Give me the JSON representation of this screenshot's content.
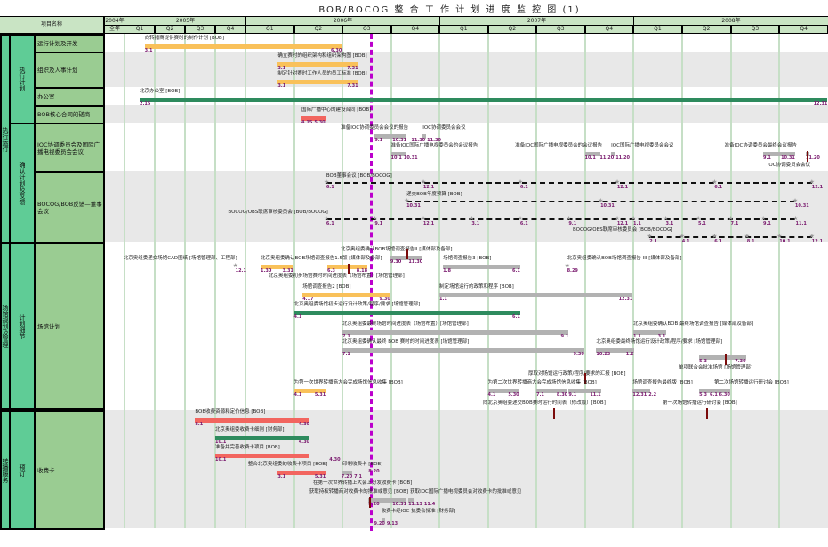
{
  "title": "BOB/BOCOG 整 合 工 作 计 划 进 度 监 控 图 (1)",
  "header": {
    "project_col": "项目名称",
    "years": [
      "2004年",
      "2005年",
      "2006年",
      "2007年",
      "2008年"
    ],
    "full_year": "全年",
    "quarters": [
      "Q1",
      "Q2",
      "Q3",
      "Q4"
    ]
  },
  "colors": {
    "orange": "#f9c15a",
    "green": "#2e8b5e",
    "red": "#f2655f",
    "gray": "#b2b2b2",
    "date": "#7a1a6e",
    "today": "#bb00cc"
  },
  "today_marker": "2006-08-25",
  "groups": [
    {
      "label": "执行运行"
    },
    {
      "label": "场馆规划及管理"
    },
    {
      "label": "转播服务"
    }
  ],
  "subgroups": [
    {
      "label": "执行计划"
    },
    {
      "label": "确认计划及反馈"
    },
    {
      "label": "计划细节"
    },
    {
      "label": "预订"
    }
  ],
  "rows": [
    {
      "label": "运行计划及开发"
    },
    {
      "label": "组织及人事计划"
    },
    {
      "label": "办公室"
    },
    {
      "label": "BOB核心合同的磋商"
    },
    {
      "label": "IOC协调委员会及国际广播电视委员会会议"
    },
    {
      "label": "BOCOG/BOB反馈—董事会议"
    },
    {
      "label": "场馆计划"
    },
    {
      "label": "收费卡"
    }
  ],
  "chart_data": {
    "type": "gantt",
    "title": "BOB/BOCOG 整 合 工 作 计 划 进 度 监 控 图 (1)",
    "x_range": [
      "2004-01-01",
      "2008-12-31"
    ],
    "tasks": [
      {
        "label": "向转播商提供赛时的制作计划 [BOB]",
        "start": "2005-03-01",
        "end": "2006-06-30",
        "color": "orange",
        "start_text": "3.1",
        "end_text": "6.30"
      },
      {
        "label": "确立赛时的组织架构和组织架构图 [BOB]",
        "start": "2006-03-01",
        "end": "2006-07-31",
        "color": "orange",
        "start_text": "3.1",
        "end_text": "7.31"
      },
      {
        "label": "制定针对赛时工作人员的员工标准 [BOB]",
        "start": "2006-03-01",
        "end": "2006-07-31",
        "color": "orange",
        "start_text": "3.1",
        "end_text": "7.31"
      },
      {
        "label": "北京办公室 [BOB]",
        "start": "2005-02-15",
        "end": "2008-12-31",
        "color": "green",
        "start_text": "2.15",
        "end_text": "12.31"
      },
      {
        "label": "国际广播中心的建设合同 [BOB]",
        "start": "2006-04-15",
        "end": "2006-05-30",
        "color": "red",
        "start_text": "4.15",
        "end_text": "5.30"
      },
      {
        "label": "准备IOC协调委员会会议的报告",
        "start": "2006-09-01",
        "end": "2006-10-31",
        "color": "gray",
        "start_text": "9.1",
        "end_text": "10.31"
      },
      {
        "label": "IOC协调委员会会议",
        "start": "2006-11-30",
        "end": "2006-12-05",
        "color": "gray",
        "start_text": "11.30",
        "end_text": "11.30"
      },
      {
        "label": "准备IOC国际广播电视委员会的会议报告",
        "start": "2006-10-01",
        "end": "2006-10-31",
        "color": "gray",
        "start_text": "10.1",
        "end_text": "10.31"
      },
      {
        "label": "准备IOC国际广播电视委员会的会议报告",
        "start": "2007-10-01",
        "end": "2007-10-31",
        "color": "gray",
        "start_text": "10.1",
        "end_text": ""
      },
      {
        "label": "IOC国际广播电视委员会会议",
        "start": "2007-11-20",
        "end": "2007-11-25",
        "color": "gray",
        "start_text": "11.20",
        "end_text": "11.20"
      },
      {
        "label": "准备IOC协调委员会最终会议报告",
        "start": "2008-09-01",
        "end": "2008-10-31",
        "color": "gray",
        "start_text": "9.1",
        "end_text": "10.31"
      },
      {
        "label": "IOC协调委员会会议",
        "start": "2008-11-20",
        "end": "2008-11-25",
        "color": "gray",
        "start_text": "11.20",
        "end_text": "",
        "arrow": "down"
      },
      {
        "label": "北京奥组委递交场馆CAD图纸 [场馆管理部、工程部]",
        "start": "2005-12-01",
        "milestone": true,
        "start_text": "12.1"
      },
      {
        "label": "北京奥组委确认BOB场馆调查报告1.5版 [媒体部及备部]",
        "start": "2006-01-30",
        "end": "2006-03-31",
        "color": "orange",
        "start_text": "1.30",
        "end_text": "3.31"
      },
      {
        "label": "",
        "start": "2006-06-03",
        "end": "2006-08-18",
        "color": "orange",
        "start_text": "6.3",
        "end_text": "8.18",
        "arrow": "down"
      },
      {
        "label": "北京奥组委确认BOB场馆调查报告II [媒体部及备部]",
        "start": "2006-09-30",
        "end": "2006-11-30",
        "color": "gray",
        "start_text": "9.30",
        "end_text": "11.30",
        "arrow": "up"
      },
      {
        "label": "场馆调查报告3 [BOB]",
        "start": "2007-01-08",
        "end": "2007-06-01",
        "color": "gray",
        "start_text": "1.8",
        "end_text": "6.1"
      },
      {
        "label": "北京奥组委确认BOB场馆调查报告 III [媒体部及备部]",
        "start": "2007-08-29",
        "milestone": true,
        "start_text": "8.29"
      },
      {
        "label": "北京奥组委初步场馆赛时时间进度表（场馆布置）[场馆管理部]",
        "note": true,
        "start": "2006-01-15"
      },
      {
        "label": "场馆调查报告2 [BOB]",
        "start": "2006-04-17",
        "end": "2006-09-30",
        "color": "orange",
        "start_text": "4.17",
        "end_text": "9.30"
      },
      {
        "label": "制定场馆运行的政策和程序 [BOB]",
        "start": "2007-01-01",
        "end": "2007-12-31",
        "color": "gray",
        "start_text": "1.1",
        "end_text": "12.31"
      },
      {
        "label": "北京奥组委场馆初步运行设计政策/程序/要求 [场馆管理部]",
        "start": "2006-04-01",
        "end": "2007-06-01",
        "color": "green",
        "start_text": "4.1",
        "end_text": "6.1"
      },
      {
        "label": "北京奥组委最终场馆时间进度表（场馆布置）[场馆管理部]",
        "start": "2006-07-01",
        "end": "2007-09-01",
        "color": "gray",
        "start_text": "7.1",
        "end_text": "9.1"
      },
      {
        "label": "北京奥组委确认最终 BOB 赛时的时间进度表 [场馆管理部]",
        "start": "2006-07-01",
        "end": "2007-09-30",
        "color": "gray",
        "start_text": "7.1",
        "end_text": "9.30"
      },
      {
        "label": "北京奥组委确认BOB 最终场馆调查报告 [媒体部及备部]",
        "start": "2008-01-01",
        "end": "2008-03-01",
        "color": "gray",
        "start_text": "1.1",
        "end_text": "3.1"
      },
      {
        "label": "北京奥组委最终场馆运行设计政策/程序/要求 [场馆管理部]",
        "start": "2007-10-23",
        "end": "2008-01-02",
        "color": "gray",
        "start_text": "10.23",
        "end_text": "1.2"
      },
      {
        "label": "",
        "start": "2008-05-03",
        "end": "2008-07-30",
        "color": "gray",
        "start_text": "5.3",
        "end_text": "7.30",
        "arrow": "down"
      },
      {
        "label": "单项联合会批准场馆 [场馆管理部]",
        "note": true,
        "start": "2008-04-15"
      },
      {
        "label": "为第一次世界转播商大会完成场馆信息收集 [BOB]",
        "start": "2006-04-01",
        "end": "2006-05-31",
        "color": "orange",
        "start_text": "4.1",
        "end_text": "5.31"
      },
      {
        "label": "厚取对场馆运行政策/程序/要求的汇报 [BOB]",
        "note": true,
        "start": "2007-07-10",
        "arrow": "up"
      },
      {
        "label": "为第二次世界转播商大会完成场馆信息收集 [BOB]",
        "start": "2007-04-01",
        "end": "2007-05-30",
        "color": "gray",
        "start_text": "4.1",
        "end_text": "5.30"
      },
      {
        "label": "",
        "start": "2007-07-01",
        "end": "2007-08-30",
        "color": "gray",
        "start_text": "7.1",
        "end_text": "8.30"
      },
      {
        "label": "",
        "start": "2007-09-01",
        "end": "2007-11-01",
        "color": "gray",
        "start_text": "9.1",
        "end_text": "11.1"
      },
      {
        "label": "向北京奥组委递交BOB赛时运行时间表（修改版）[BOB]",
        "note": true,
        "start": "2007-03-20",
        "arrow": "down"
      },
      {
        "label": "场馆调查报告最终版 [BOB]",
        "start": "2007-12-31",
        "end": "2008-02-02",
        "color": "gray",
        "start_text": "12.31",
        "end_text": "2.2"
      },
      {
        "label": "第二次场馆转播运行研讨会 [BOB]",
        "start": "2008-05-03",
        "end": "2008-06-30",
        "color": "gray",
        "start_text": "5.3",
        "end_text": "6.1 6.30"
      },
      {
        "label": "第一次场馆转播运行研讨会 [BOB]",
        "note": true,
        "start": "2008-02-10",
        "arrow": "down"
      },
      {
        "label": "BOB收费资源和定价信息 [BOB]",
        "start": "2005-08-01",
        "end": "2006-04-30",
        "color": "red",
        "start_text": "8.1",
        "end_text": "4.30"
      },
      {
        "label": "北京奥组委收费卡细则 [财务部]",
        "start": "2005-10-01",
        "end": "2006-04-30",
        "color": "green",
        "start_text": "10.1",
        "end_text": "4.30"
      },
      {
        "label": "准备并完善收费卡项目 [BOB]",
        "start": "2005-10-01",
        "end": "2006-04-30",
        "color": "red",
        "start_text": "10.1",
        "end_text": "4.30"
      },
      {
        "label": "整合北京奥组委的收费卡项目 [BOB]",
        "start": "2006-03-01",
        "end": "2006-05-31",
        "color": "red",
        "start_text": "3.1",
        "end_text": "5.31"
      },
      {
        "label": "印制收费卡 [BOB]",
        "start": "2006-07-01",
        "end": "2006-07-20",
        "color": "gray",
        "start_text": "7.1",
        "end_text": "7.20"
      },
      {
        "label": "在第一次世界转播上大会上分发收费卡 [BOB]",
        "note": true,
        "start": "2006-04-08",
        "arrow": "down",
        "start_text": "8.20"
      },
      {
        "label": "获取持权转播商对收费卡的批准或意见 [BOB]",
        "start": "2006-08-20",
        "end": "2006-10-31",
        "color": "gray",
        "start_text": "8.20",
        "end_text": "10.31"
      },
      {
        "label": "获取IOC国际广播电视委员会对收费卡的批准或意见",
        "start": "2006-11-04",
        "end": "2006-11-13",
        "color": "gray",
        "start_text": "11.4",
        "end_text": "11.13"
      },
      {
        "label": "收费卡经IOC 执委会批准 [财务部]",
        "start": "2006-09-13",
        "end": "2006-09-20",
        "color": "gray",
        "start_text": "9.13",
        "end_text": "9.20"
      }
    ],
    "recurring": [
      {
        "label": "BOB董事会议 [BOB/BOCOG]",
        "dates": [
          "2006-06-01",
          "2006-12-01",
          "2007-06-01",
          "2007-12-01",
          "2008-06-01",
          "2008-12-01"
        ],
        "texts": [
          "6.1",
          "12.1",
          "6.1",
          "12.1",
          "6.1",
          "12.1"
        ]
      },
      {
        "label": "递交BOB年度预算 [BOB]",
        "dates": [
          "2006-10-31",
          "2007-10-31",
          "2008-10-31"
        ],
        "texts": [
          "10.31",
          "10.31",
          "10.31"
        ]
      },
      {
        "label": "BOCOG/OBS联席审核委员会 [BOB/BOCOG]",
        "dates": [
          "2006-06-01",
          "2006-09-01",
          "2006-12-01",
          "2007-03-01",
          "2007-06-01",
          "2007-09-01",
          "2007-12-01",
          "2008-01-01",
          "2008-03-01",
          "2008-05-01",
          "2008-07-01",
          "2008-09-01",
          "2008-11-01"
        ],
        "texts": [
          "6.1",
          "9.1",
          "12.1",
          "3.1",
          "6.1",
          "9.1",
          "12.1",
          "1.1",
          "3.1",
          "5.1",
          "7.1",
          "9.1",
          "11.1"
        ]
      },
      {
        "label": "BOCOG/OBS联席审核委员会 [BOB/BOCOG]",
        "dates": [
          "2008-02-01",
          "2008-04-01",
          "2008-06-01",
          "2008-08-01",
          "2008-10-01",
          "2008-12-01"
        ],
        "texts": [
          "2.1",
          "4.1",
          "6.1",
          "8.1",
          "10.1",
          "12.1"
        ]
      }
    ]
  }
}
